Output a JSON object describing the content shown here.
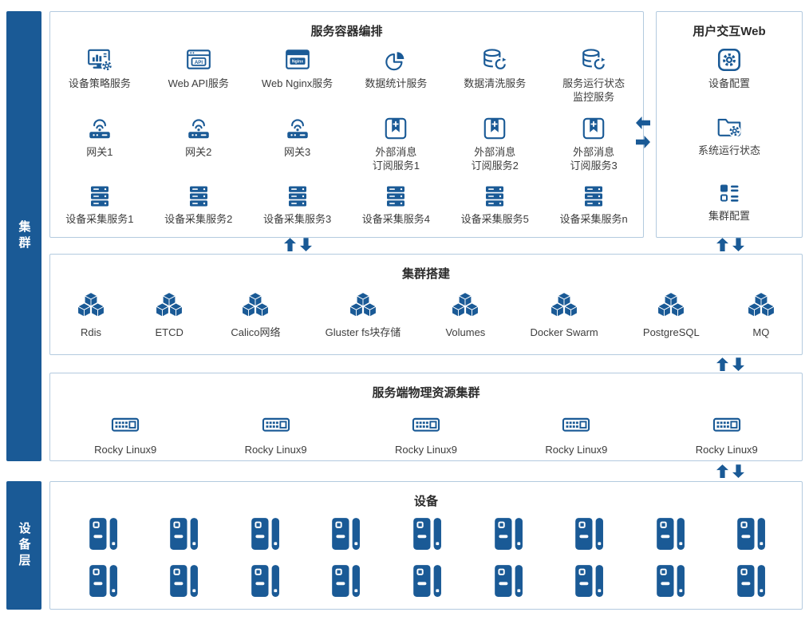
{
  "colors": {
    "accent": "#1a5a96",
    "box_border": "#b3cadf",
    "sidebar_bg": "#1a5a96",
    "label_text": "#3d3d3d",
    "title_text": "#2b2b2b"
  },
  "sidebars": {
    "cluster": "集群",
    "device_layer": "设备层"
  },
  "orchestration": {
    "title": "服务容器编排",
    "rows": [
      [
        {
          "icon": "policy-monitor-icon",
          "label": "设备策略服务"
        },
        {
          "icon": "api-window-icon",
          "label": "Web API服务"
        },
        {
          "icon": "nginx-window-icon",
          "label": "Web Nginx服务"
        },
        {
          "icon": "pie-chart-icon",
          "label": "数据统计服务"
        },
        {
          "icon": "database-refresh-icon",
          "label": "数据清洗服务"
        },
        {
          "icon": "database-refresh-icon",
          "label": "服务运行状态\n监控服务"
        }
      ],
      [
        {
          "icon": "wifi-router-icon",
          "label": "网关1"
        },
        {
          "icon": "wifi-router-icon",
          "label": "网关2"
        },
        {
          "icon": "wifi-router-icon",
          "label": "网关3"
        },
        {
          "icon": "bookmark-plus-icon",
          "label": "外部消息\n订阅服务1"
        },
        {
          "icon": "bookmark-plus-icon",
          "label": "外部消息\n订阅服务2"
        },
        {
          "icon": "bookmark-plus-icon",
          "label": "外部消息\n订阅服务3"
        }
      ],
      [
        {
          "icon": "server-stack-icon",
          "label": "设备采集服务1"
        },
        {
          "icon": "server-stack-icon",
          "label": "设备采集服务2"
        },
        {
          "icon": "server-stack-icon",
          "label": "设备采集服务3"
        },
        {
          "icon": "server-stack-icon",
          "label": "设备采集服务4"
        },
        {
          "icon": "server-stack-icon",
          "label": "设备采集服务5"
        },
        {
          "icon": "server-stack-icon",
          "label": "设备采集服务n"
        }
      ]
    ]
  },
  "user_web": {
    "title": "用户交互Web",
    "items": [
      {
        "icon": "gear-square-icon",
        "label": "设备配置"
      },
      {
        "icon": "folder-gear-icon",
        "label": "系统运行状态"
      },
      {
        "icon": "list-config-icon",
        "label": "集群配置"
      }
    ]
  },
  "cluster_setup": {
    "title": "集群搭建",
    "items": [
      {
        "icon": "cubes-icon",
        "label": "Rdis"
      },
      {
        "icon": "cubes-icon",
        "label": "ETCD"
      },
      {
        "icon": "cubes-icon",
        "label": "Calico网络"
      },
      {
        "icon": "cubes-icon",
        "label": "Gluster fs块存储"
      },
      {
        "icon": "cubes-icon",
        "label": "Volumes"
      },
      {
        "icon": "cubes-icon",
        "label": "Docker Swarm"
      },
      {
        "icon": "cubes-icon",
        "label": "PostgreSQL"
      },
      {
        "icon": "cubes-icon",
        "label": "MQ"
      }
    ]
  },
  "physical_cluster": {
    "title": "服务端物理资源集群",
    "items": [
      {
        "icon": "server-host-icon",
        "label": "Rocky Linux9"
      },
      {
        "icon": "server-host-icon",
        "label": "Rocky Linux9"
      },
      {
        "icon": "server-host-icon",
        "label": "Rocky Linux9"
      },
      {
        "icon": "server-host-icon",
        "label": "Rocky Linux9"
      },
      {
        "icon": "server-host-icon",
        "label": "Rocky Linux9"
      }
    ]
  },
  "devices": {
    "title": "设备",
    "icon": "access-device-icon",
    "rows": 2,
    "columns": 9
  }
}
